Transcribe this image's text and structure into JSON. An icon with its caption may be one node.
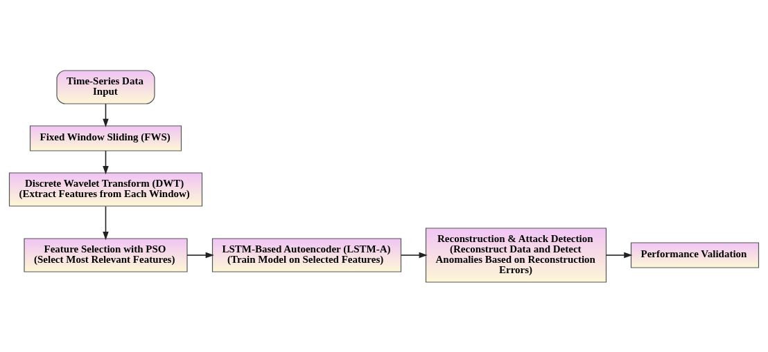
{
  "diagram": {
    "nodes": [
      {
        "text": [
          "Time-Series Data Input"
        ]
      },
      {
        "text": [
          "Fixed Window Sliding (FWS)"
        ]
      },
      {
        "text": [
          "Discrete Wavelet Transform (DWT)",
          "(Extract Features from Each Window)"
        ]
      },
      {
        "text": [
          "Feature Selection with PSO",
          "(Select Most Relevant Features)"
        ]
      },
      {
        "text": [
          "LSTM-Based Autoencoder (LSTM-A)",
          "(Train Model on Selected Features)"
        ]
      },
      {
        "text": [
          "Reconstruction & Attack Detection",
          "(Reconstruct Data and Detect Anomalies Based on Reconstruction Errors)"
        ]
      },
      {
        "text": [
          "Performance Validation"
        ]
      }
    ],
    "edges": [
      {
        "from": 0,
        "to": 1,
        "arrow": "to"
      },
      {
        "from": 1,
        "to": 2,
        "arrow": "to"
      },
      {
        "from": 2,
        "to": 3,
        "arrow": "to"
      },
      {
        "from": 3,
        "to": 4,
        "arrow": "to"
      },
      {
        "from": 4,
        "to": 5,
        "arrow": "to"
      },
      {
        "from": 5,
        "to": 6,
        "arrow": "to"
      }
    ]
  }
}
